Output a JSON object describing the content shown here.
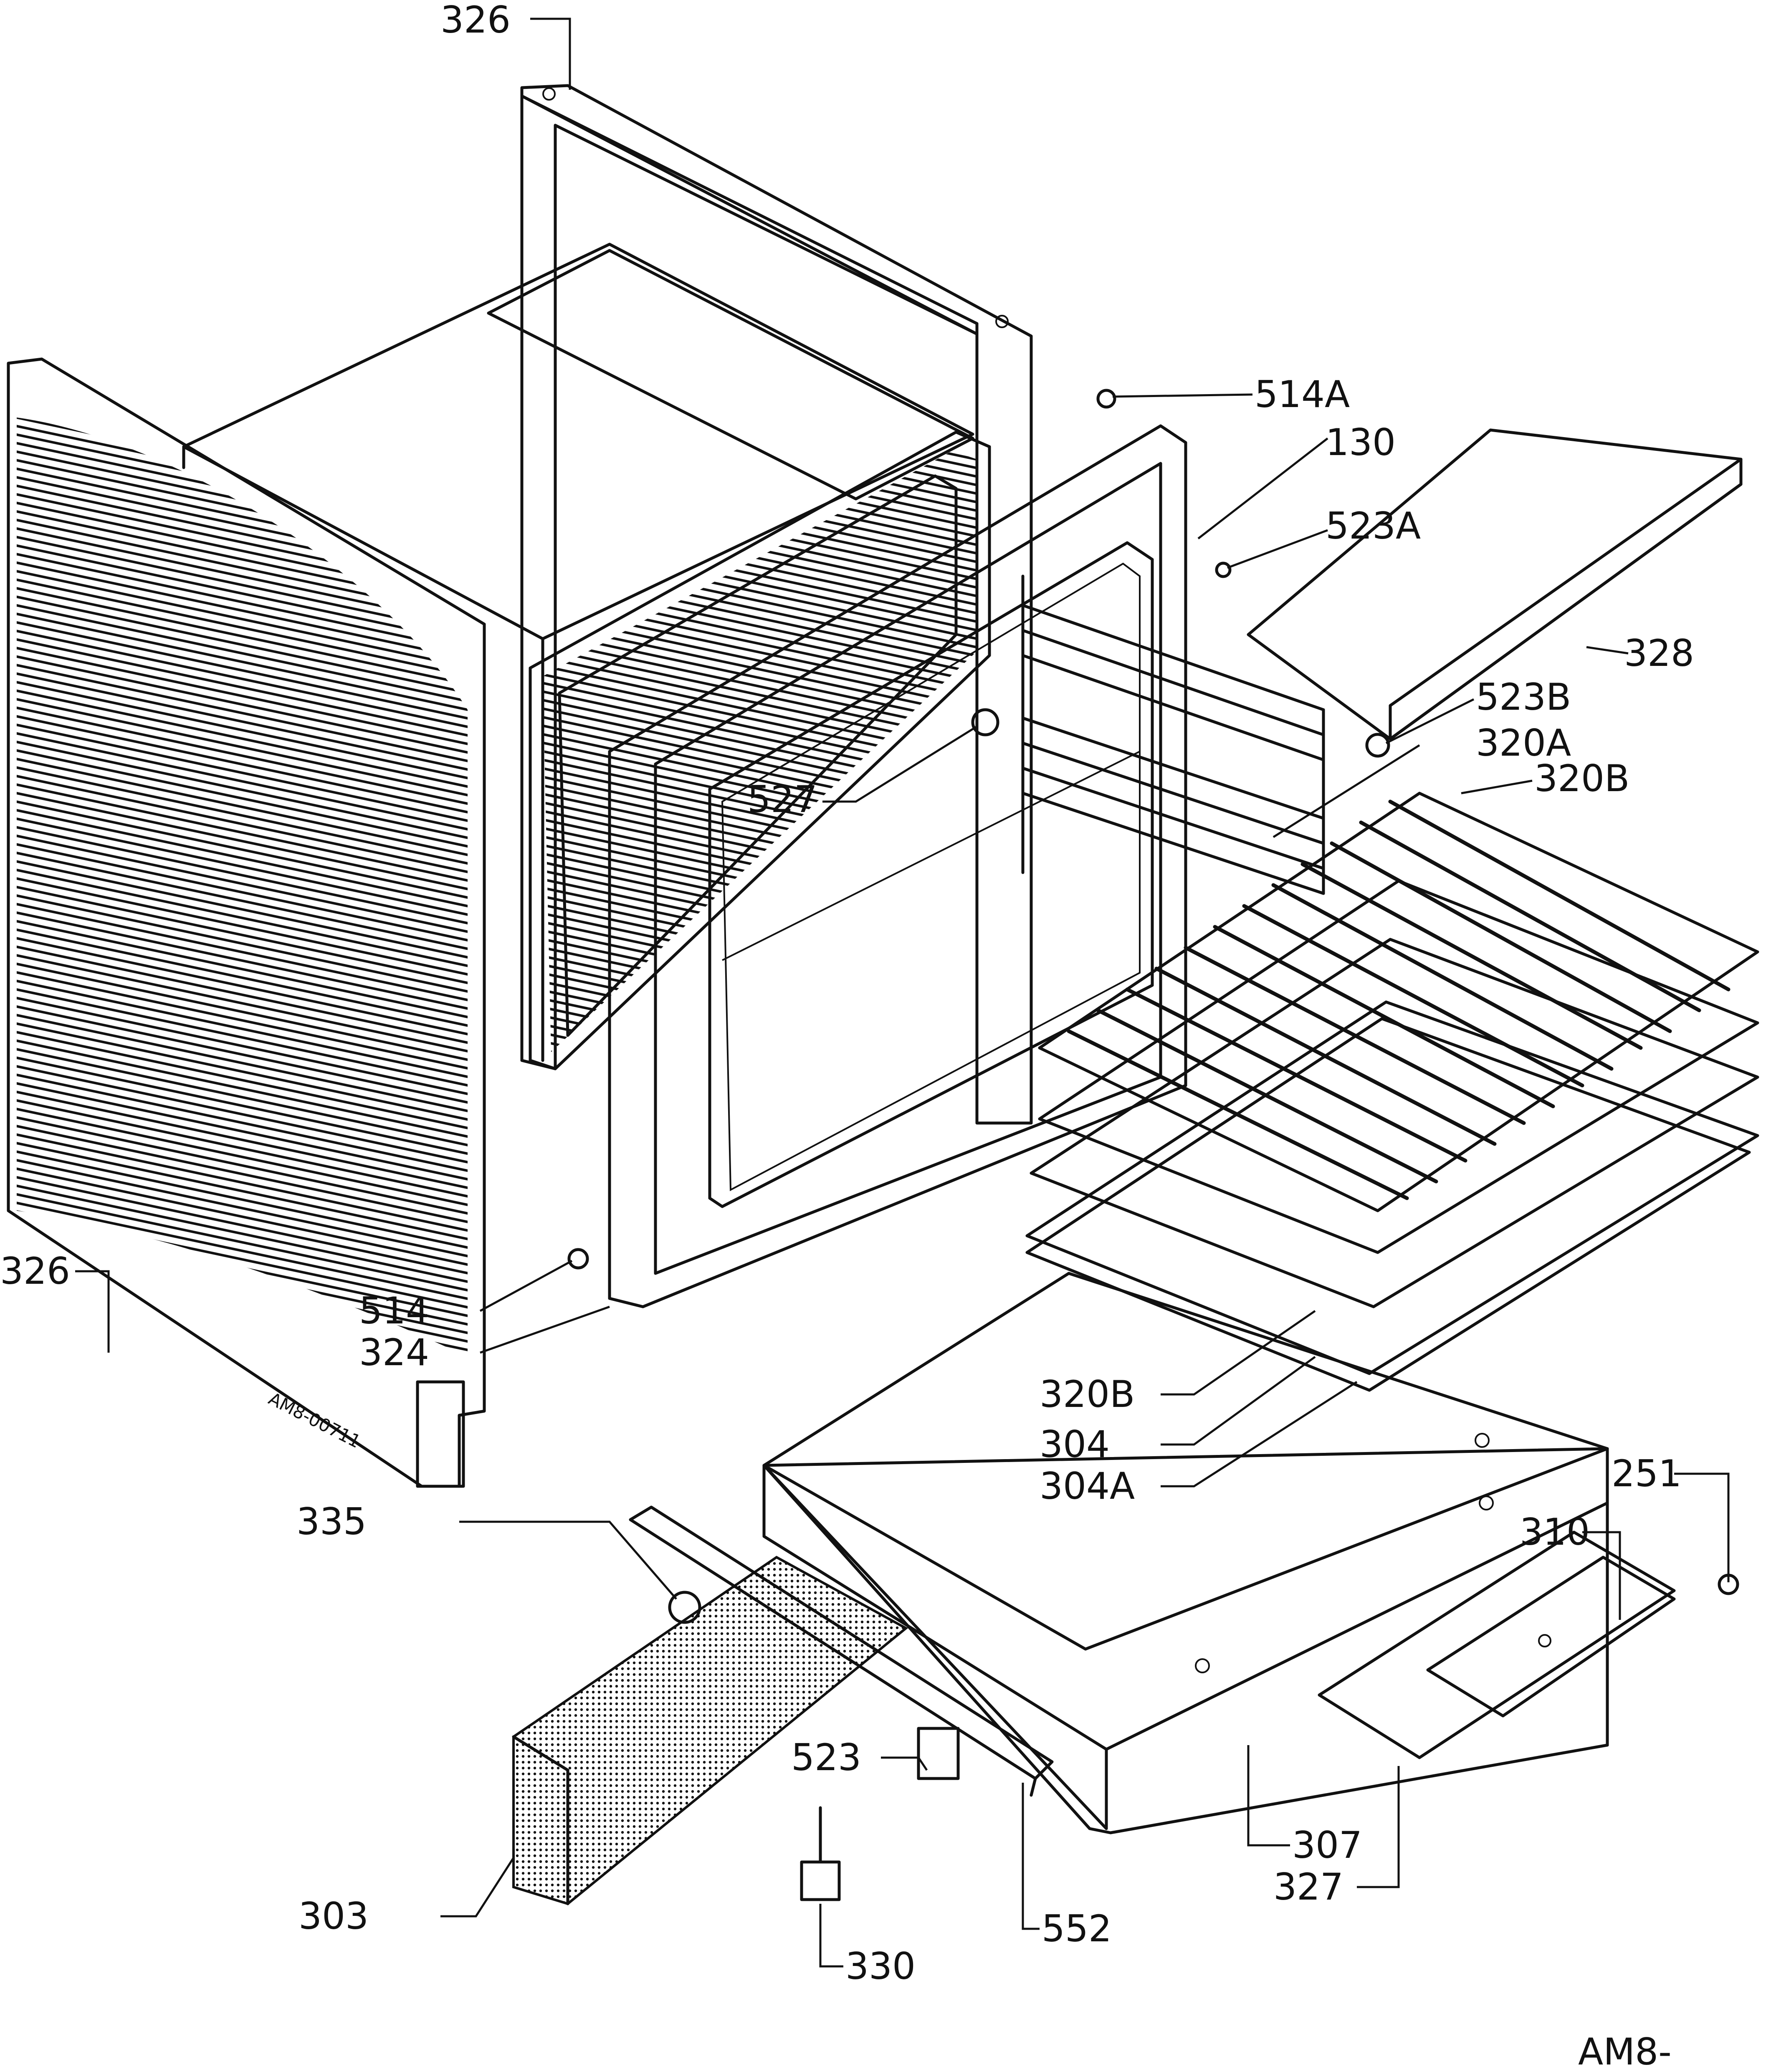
{
  "diagram": {
    "part_labels": {
      "p326_top": "326",
      "p514A": "514A",
      "p130": "130",
      "p523A": "523A",
      "p328": "328",
      "p523B": "523B",
      "p320A": "320A",
      "p320B_top": "320B",
      "p527": "527",
      "p514": "514",
      "p324": "324",
      "p326_left": "326",
      "p320B_bottom": "320B",
      "p304": "304",
      "p304A": "304A",
      "p251": "251",
      "p310": "310",
      "p335": "335",
      "p523": "523",
      "p307": "307",
      "p327": "327",
      "p303": "303",
      "p552": "552",
      "p330": "330"
    },
    "side_panel_code": "AM8-00711",
    "drawing_ref": "AM8-"
  }
}
